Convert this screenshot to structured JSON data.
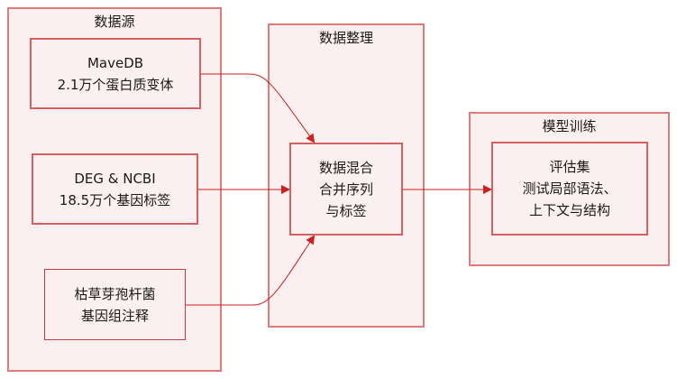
{
  "groups": {
    "sources": {
      "title": "数据源"
    },
    "processing": {
      "title": "数据整理"
    },
    "training": {
      "title": "模型训练"
    }
  },
  "nodes": {
    "mavedb": {
      "line1": "MaveDB",
      "line2": "2.1万个蛋白质变体"
    },
    "deg_ncbi": {
      "line1": "DEG & NCBI",
      "line2": "18.5万个基因标签"
    },
    "bsubtilis": {
      "line1": "枯草芽孢杆菌",
      "line2": "基因组注释"
    },
    "mixing": {
      "line1": "数据混合",
      "line2": "合并序列",
      "line3": "与标签"
    },
    "eval": {
      "line1": "评估集",
      "line2": "测试局部语法、",
      "line3": "上下文与结构"
    }
  },
  "edges": [
    {
      "from": "mavedb",
      "to": "mixing"
    },
    {
      "from": "deg_ncbi",
      "to": "mixing"
    },
    {
      "from": "bsubtilis",
      "to": "mixing"
    },
    {
      "from": "mixing",
      "to": "eval"
    }
  ],
  "colors": {
    "fill": "#fcefef",
    "group_border": "#e07b7b",
    "node_border": "#d85f5f",
    "edge": "#cc1f1f"
  }
}
